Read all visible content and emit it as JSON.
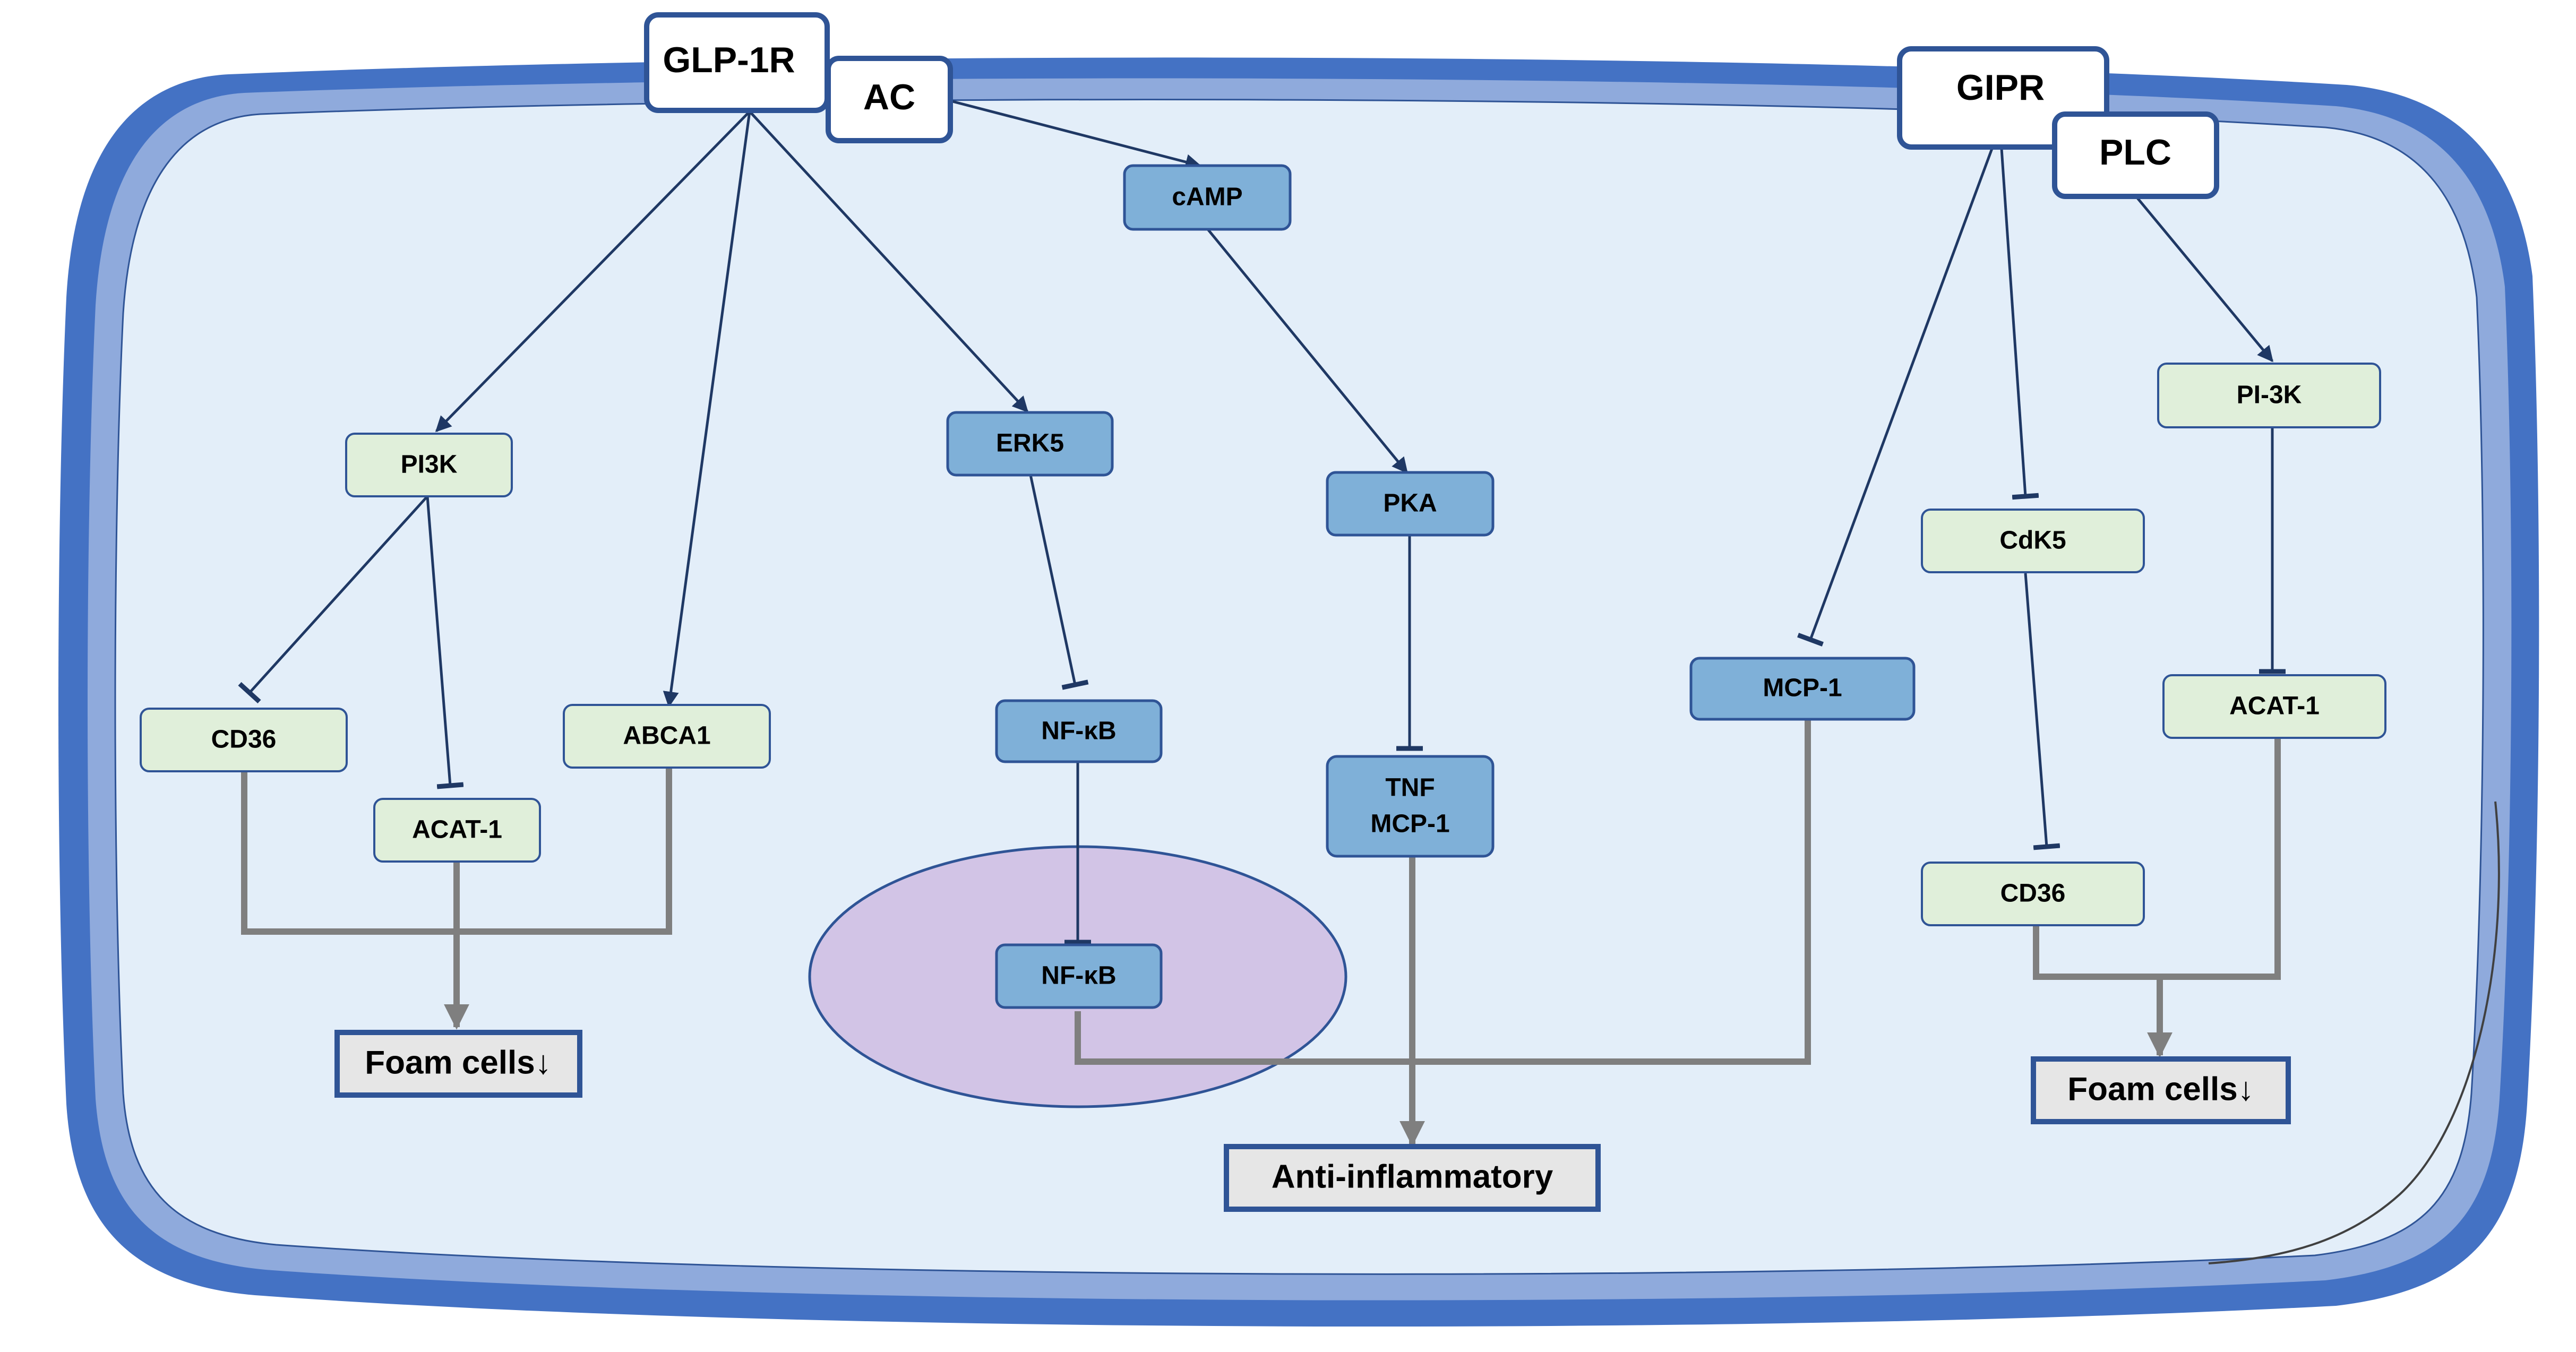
{
  "receptors": {
    "glp1r": "GLP-1R",
    "ac": "AC",
    "gipr": "GIPR",
    "plc": "PLC"
  },
  "nodes": {
    "camp": "cAMP",
    "pi3k": "PI3K",
    "erk5": "ERK5",
    "pka": "PKA",
    "pi3k_right": "PI-3K",
    "cdk5": "CdK5",
    "cd36_left": "CD36",
    "abca1": "ABCA1",
    "acat1_left": "ACAT-1",
    "nfkb_cytoplasm": "NF-κB",
    "nfkb_nucleus": "NF-κB",
    "tnf_line1": "TNF",
    "tnf_line2": "MCP-1",
    "mcp1": "MCP-1",
    "acat1_right": "ACAT-1",
    "cd36_right": "CD36"
  },
  "outcomes": {
    "foam_left": "Foam cells↓",
    "anti_inflammatory": "Anti-inflammatory",
    "foam_right": "Foam cells↓"
  },
  "colors": {
    "membrane_outer": "#4472c4",
    "membrane_inner": "#8faadc",
    "cytoplasm": "#e3eef9",
    "nucleus": "#d2c4e6",
    "node_blue": "#7fb0d8",
    "node_green": "#e0efda",
    "outcome_fill": "#e6e6e6",
    "border_blue": "#2f5496",
    "arrow_dark": "#1f3864",
    "arrow_gray": "#7f7f7f"
  }
}
